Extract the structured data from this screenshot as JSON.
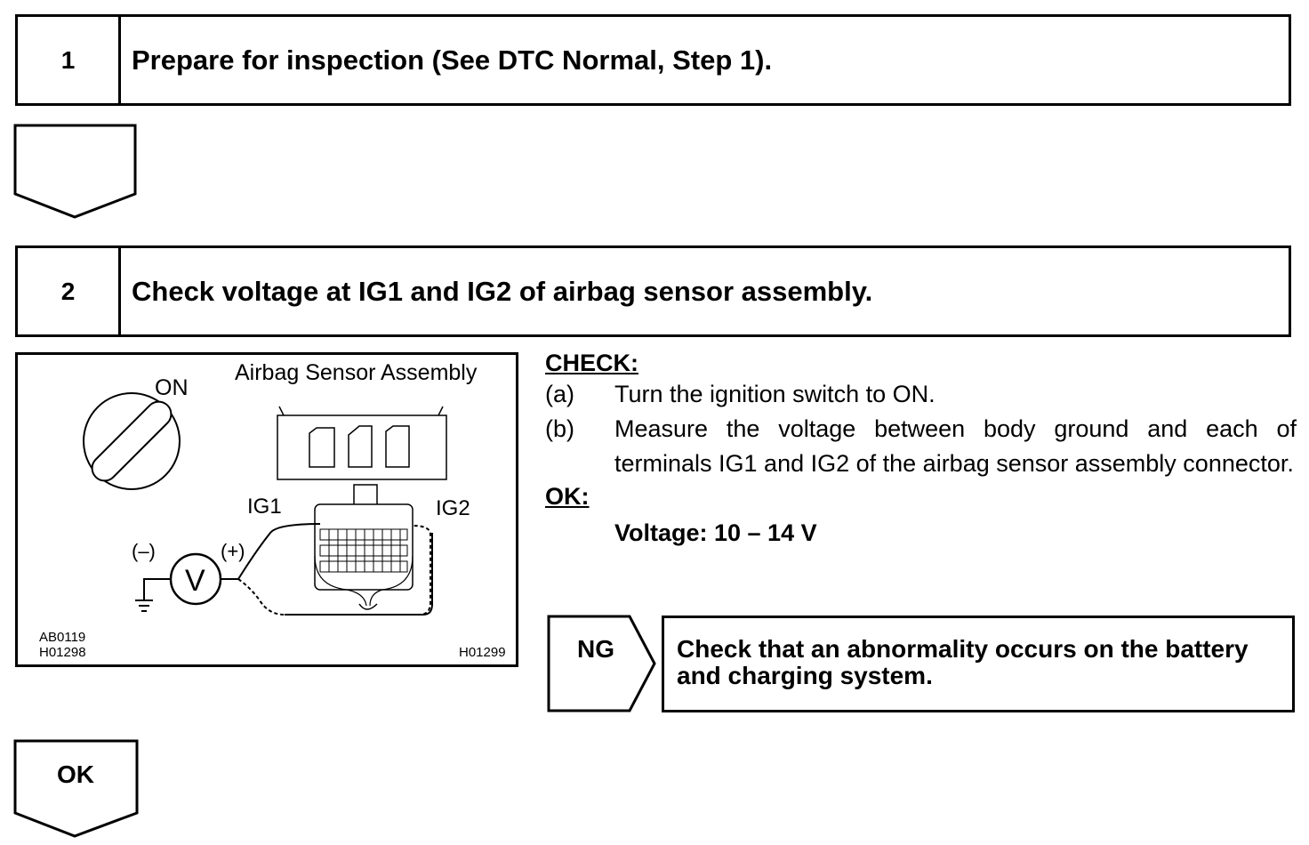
{
  "steps": [
    {
      "number": "1",
      "title": "Prepare for inspection (See DTC Normal, Step 1)."
    },
    {
      "number": "2",
      "title": "Check voltage at IG1 and IG2 of airbag sensor assembly."
    }
  ],
  "figure": {
    "switch_label": "ON",
    "sensor_label": "Airbag Sensor Assembly",
    "ig1": "IG1",
    "ig2": "IG2",
    "minus": "(–)",
    "plus": "(+)",
    "meter": "V",
    "code_left_1": "AB0119",
    "code_left_2": "H01298",
    "code_right": "H01299"
  },
  "check": {
    "heading": "CHECK:",
    "items": [
      {
        "label": "(a)",
        "text": "Turn the ignition switch to ON."
      },
      {
        "label": "(b)",
        "text": "Measure the voltage between body ground and each of terminals IG1 and IG2 of the airbag sensor assembly connector."
      }
    ],
    "ok_heading": "OK:",
    "spec": "Voltage: 10 – 14 V"
  },
  "ng": {
    "label": "NG",
    "result": "Check that an abnormality occurs on the battery and charging system."
  },
  "ok_label": "OK"
}
